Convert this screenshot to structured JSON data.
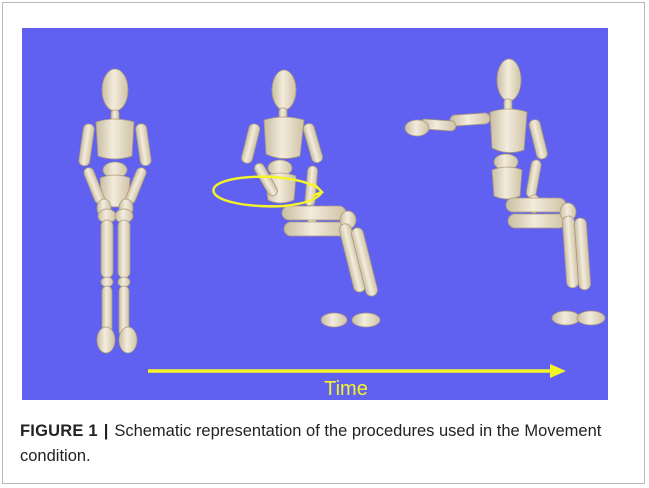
{
  "figure": {
    "background_color": "#6161f1",
    "mannequin_color": "#ece4d2",
    "arrow_color": "#f5f525",
    "time_label": "Time",
    "panels": [
      {
        "pose": "standing"
      },
      {
        "pose": "seated-trunk-rotation"
      },
      {
        "pose": "seated-arm-reach"
      }
    ]
  },
  "caption": {
    "label": "FIGURE 1",
    "separator": "|",
    "text": "Schematic representation of the procedures used in the Movement condition."
  }
}
